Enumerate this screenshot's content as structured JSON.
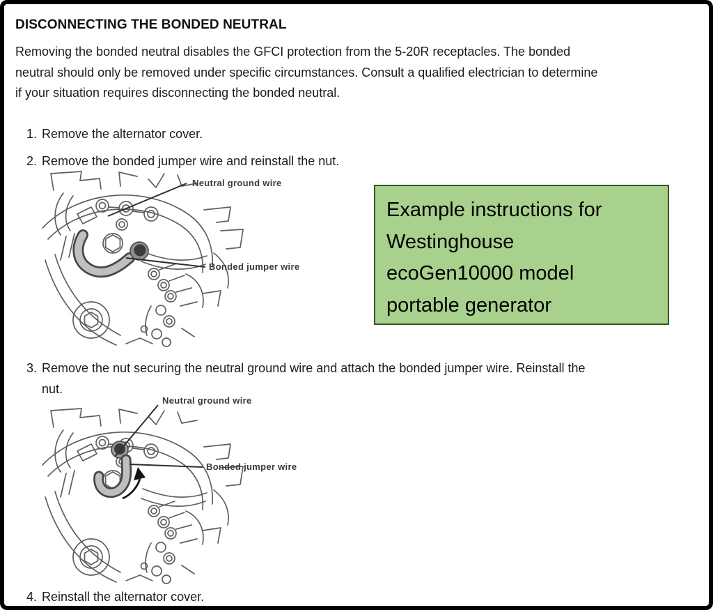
{
  "page": {
    "heading": "DISCONNECTING THE BONDED NEUTRAL",
    "intro": {
      "lines": [
        "Removing the bonded neutral disables the GFCI protection from the 5-20R receptacles. The bonded",
        "neutral should only be removed under specific circumstances. Consult a qualified electrician to determine",
        "if your situation requires disconnecting the bonded neutral."
      ]
    },
    "steps": [
      {
        "number": "1.",
        "lines": [
          "Remove the alternator cover."
        ]
      },
      {
        "number": "2.",
        "lines": [
          "Remove the bonded jumper wire and reinstall the nut."
        ]
      },
      {
        "number": "3.",
        "lines": [
          "Remove the nut securing the neutral ground wire and attach the bonded jumper wire. Reinstall the",
          "nut."
        ]
      },
      {
        "number": "4.",
        "lines": [
          "Reinstall the alternator cover."
        ]
      }
    ],
    "diagram1": {
      "label_neutral": "Neutral ground wire",
      "label_bonded": "Bonded jumper wire"
    },
    "diagram2": {
      "label_neutral": "Neutral ground wire",
      "label_bonded": "Bonded jumper wire"
    },
    "callout": {
      "lines": [
        "Example instructions for",
        "Westinghouse",
        "ecoGen10000 model",
        "portable generator"
      ],
      "background_color": "#a9d18e",
      "border_color": "#375623",
      "text_color": "#000000"
    }
  }
}
